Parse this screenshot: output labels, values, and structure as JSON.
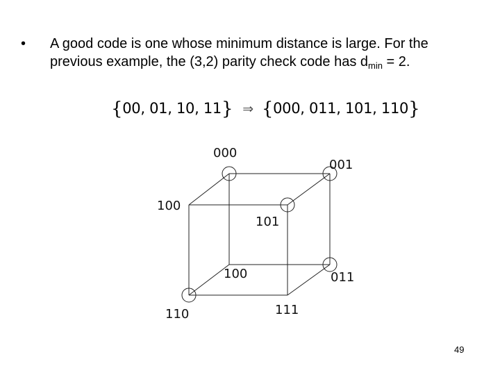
{
  "bullet": {
    "marker": "•",
    "text_main": "A good code is one whose minimum distance is large. For the previous example, the (3,2) parity check code has d",
    "subscript": "min",
    "text_end": " = 2."
  },
  "formula": {
    "left_open": "{",
    "left_items": "00, 01, 10, 11",
    "left_close": "}",
    "arrow": "⇒",
    "right_open": "{",
    "right_items": "000, 011, 101, 110",
    "right_close": "}"
  },
  "cube": {
    "labels": {
      "top_back_left": "000",
      "top_back_right": "001",
      "top_front_left": "100",
      "top_front_right": "101",
      "bottom_back_left": "100",
      "bottom_back_right": "011",
      "bottom_front_left": "110",
      "bottom_front_right": "111"
    },
    "circled_vertices": [
      "000",
      "001",
      "101",
      "011",
      "110"
    ],
    "line_color": "#222222"
  },
  "page_number": "49"
}
